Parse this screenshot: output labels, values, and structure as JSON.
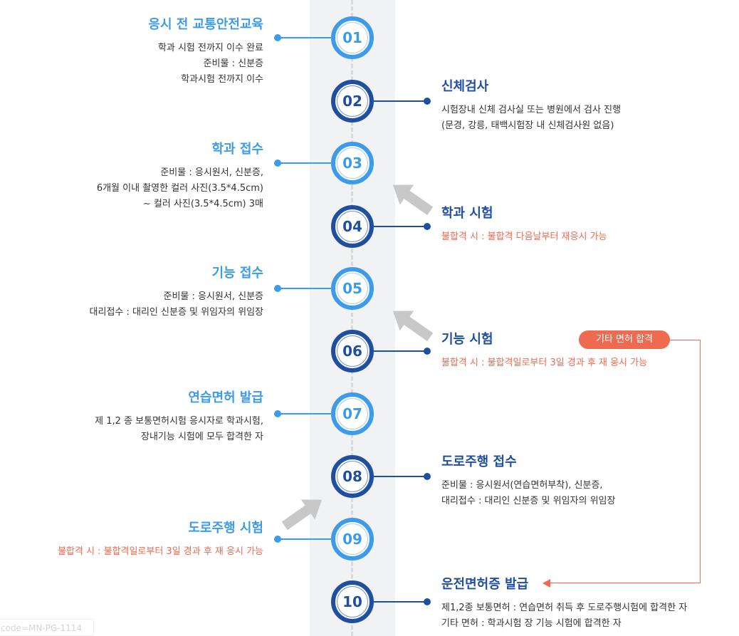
{
  "steps": [
    {
      "num": "01",
      "title": "응시 전 교통안전교육",
      "lines": [
        "학과 시험 전까지 이수 완료",
        "준비물 : 신분증",
        "학과시험 전까지 이수"
      ]
    },
    {
      "num": "02",
      "title": "신체검사",
      "lines": [
        "시험장내 신체 검사실 또는 병원에서 검사 진행",
        "(문경, 강릉, 태백시험장 내 신체검사원 없음)"
      ]
    },
    {
      "num": "03",
      "title": "학과 접수",
      "lines": [
        "준비물 : 응시원서, 신분증,",
        "6개월 이내 촬영한 컬러 사진(3.5*4.5cm)",
        "~ 컬러 사진(3.5*4.5cm) 3매"
      ]
    },
    {
      "num": "04",
      "title": "학과 시험",
      "note": "불합격 시 : 불합격 다음날부터 재응시 가능"
    },
    {
      "num": "05",
      "title": "기능 접수",
      "lines": [
        "준비물 : 응시원서, 신분증",
        "대리접수 : 대리인 신분증 및 위임자의 위임장"
      ]
    },
    {
      "num": "06",
      "title": "기능 시험",
      "note": "불합격 시 : 불합격일로부터 3일 경과 후 재 응시 가능"
    },
    {
      "num": "07",
      "title": "연습면허 발급",
      "lines": [
        "제 1,2 종 보통면허시험 응시자로 학과시험,",
        "장내기능 시험에 모두 합격한 자"
      ]
    },
    {
      "num": "08",
      "title": "도로주행 접수",
      "lines": [
        "준비물 : 응시원서(연습면허부착), 신분증,",
        "대리접수 : 대리인 신분증 및 위임자의 위임장"
      ]
    },
    {
      "num": "09",
      "title": "도로주행 시험",
      "note": "불합격 시 : 불합격일로부터 3일 경과 후 재 응시 가능"
    },
    {
      "num": "10",
      "title": "운전면허증 발급",
      "lines": [
        "제1,2종 보통면허 : 연습면허 취득 후 도로주행시험에 합격한 자",
        "기타 면허 : 학과시험 장 기능 시험에 합격한 자"
      ]
    }
  ],
  "badge": {
    "label": "기타 면허 합격"
  },
  "code_tag": {
    "label": "code=MN-PG-1114"
  },
  "colors": {
    "light_blue": "#3d9be9",
    "dark_blue": "#1f4f9e",
    "note_red": "#ef6a4e",
    "arrow_gray": "#c8c8c8"
  }
}
